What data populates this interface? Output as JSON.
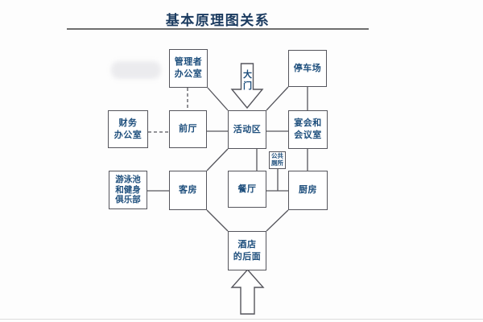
{
  "page": {
    "title": "基本原理图关系",
    "colors": {
      "title_text": "#1a3a5f",
      "node_text": "#1d4e7c",
      "line": "#55555c",
      "node_bg": "#ffffff",
      "page_bg": "#fdfdfd"
    }
  },
  "diagram": {
    "nodes": [
      {
        "id": "manager-office",
        "label": "管理者办公室",
        "lines": [
          "管理者",
          "办公室"
        ]
      },
      {
        "id": "parking",
        "label": "停车场",
        "lines": [
          "停车场"
        ]
      },
      {
        "id": "finance-office",
        "label": "财务办公室",
        "lines": [
          "财务",
          "办公室"
        ]
      },
      {
        "id": "front-hall",
        "label": "前厅",
        "lines": [
          "前厅"
        ]
      },
      {
        "id": "activity-area",
        "label": "活动区",
        "lines": [
          "活动区"
        ]
      },
      {
        "id": "banquet-conference",
        "label": "宴会和会议室",
        "lines": [
          "宴会和",
          "会议室"
        ]
      },
      {
        "id": "public-restroom",
        "label": "公共厕所",
        "lines": [
          "公共",
          "厕所"
        ]
      },
      {
        "id": "pool-fitness-club",
        "label": "游泳池和健身俱乐部",
        "lines": [
          "游泳池",
          "和健身",
          "俱乐部"
        ]
      },
      {
        "id": "guest-rooms",
        "label": "客房",
        "lines": [
          "客房"
        ]
      },
      {
        "id": "restaurant",
        "label": "餐厅",
        "lines": [
          "餐厅"
        ]
      },
      {
        "id": "kitchen",
        "label": "厨房",
        "lines": [
          "厨房"
        ]
      },
      {
        "id": "hotel-back",
        "label": "酒店的后面",
        "lines": [
          "酒店",
          "的后面"
        ]
      }
    ],
    "entrance_arrows": [
      {
        "id": "main-gate",
        "label": "大门",
        "label_chars": [
          "大",
          "门"
        ],
        "direction": "down",
        "points_to": "activity-area"
      },
      {
        "id": "rear-entrance",
        "label": "",
        "direction": "up",
        "points_to": "hotel-back"
      }
    ],
    "edges": [
      {
        "from": "manager-office",
        "to": "front-hall",
        "style": "dashed"
      },
      {
        "from": "finance-office",
        "to": "front-hall",
        "style": "dashed"
      },
      {
        "from": "front-hall",
        "to": "activity-area",
        "style": "solid"
      },
      {
        "from": "activity-area",
        "to": "banquet-conference",
        "style": "solid"
      },
      {
        "from": "manager-office",
        "to": "activity-area",
        "style": "solid"
      },
      {
        "from": "parking",
        "to": "activity-area",
        "style": "solid"
      },
      {
        "from": "parking",
        "to": "banquet-conference",
        "style": "solid"
      },
      {
        "from": "activity-area",
        "to": "guest-rooms",
        "style": "solid"
      },
      {
        "from": "activity-area",
        "to": "restaurant",
        "style": "solid"
      },
      {
        "from": "public-restroom",
        "to": "restaurant-kitchen-corridor",
        "style": "solid"
      },
      {
        "from": "banquet-conference",
        "to": "kitchen",
        "style": "solid"
      },
      {
        "from": "pool-fitness-club",
        "to": "guest-rooms",
        "style": "solid"
      },
      {
        "from": "restaurant",
        "to": "kitchen",
        "style": "solid"
      },
      {
        "from": "guest-rooms",
        "to": "hotel-back",
        "style": "solid"
      },
      {
        "from": "kitchen",
        "to": "hotel-back",
        "style": "solid"
      }
    ]
  }
}
